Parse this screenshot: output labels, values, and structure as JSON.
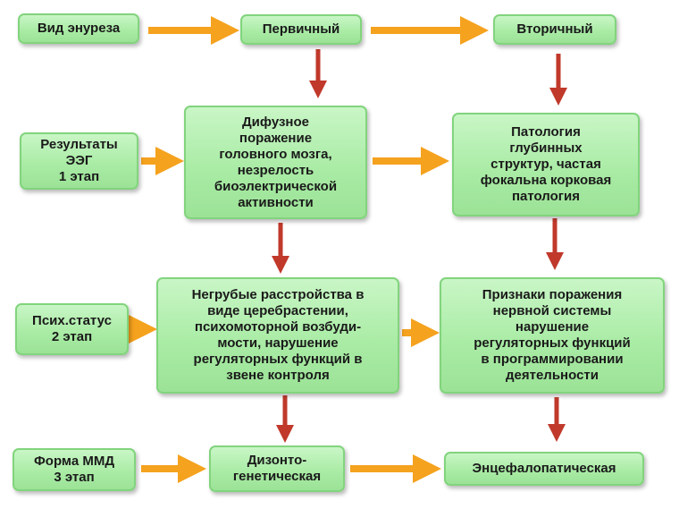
{
  "colors": {
    "box_fill": "#aaeca6",
    "orange_arrow": "#f5a21e",
    "red_arrow": "#c0392b"
  },
  "nodes": {
    "vid": "Вид энуреза",
    "pervichny": "Первичный",
    "vtorichny": "Вторичный",
    "eeg": "Результаты\nЭЭГ\n1 этап",
    "difuznoe": "Дифузное\nпоражение\nголовного мозга,\nнезрелость\nбиоэлектрической\nактивности",
    "patologiya": "Патология\nглубинных\nструктур, частая\nфокальна корковая\nпатология",
    "psih": "Псих.статус\n2 этап",
    "negrubye": "Негрубые расстройства в\nвиде церебрастении,\nпсихомоторной возбуди-\nмости, нарушение\nрегуляторных функций в\nзвене контроля",
    "priznaki": "Признаки поражения\nнервной системы\nнарушение\nрегуляторных функций\nв программировании\nдеятельности",
    "forma": "Форма ММД\n3 этап",
    "dizonto": "Дизонто-\nгенетическая",
    "encefalo": "Энцефалопатическая"
  }
}
